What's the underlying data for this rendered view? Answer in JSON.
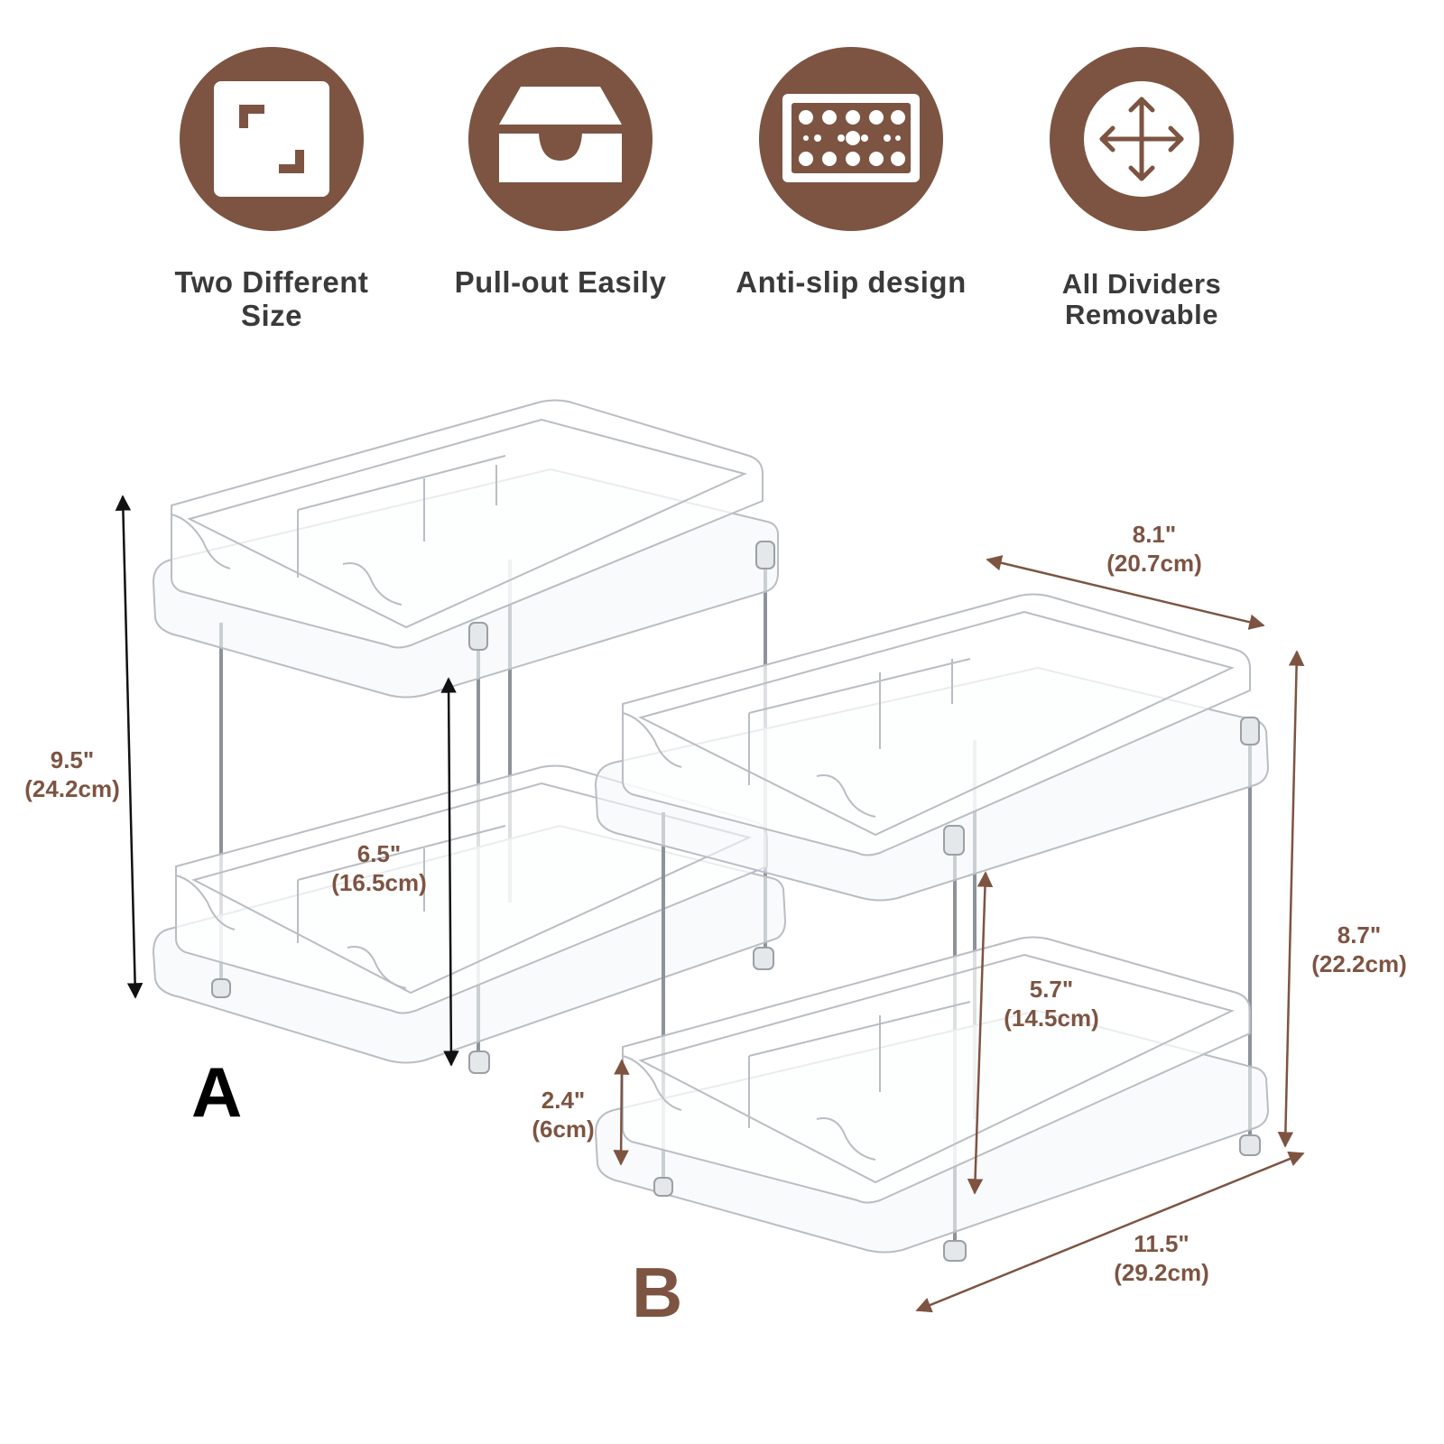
{
  "features": [
    {
      "icon": "resize-frame-icon",
      "label_line1": "Two Different",
      "label_line2": "Size"
    },
    {
      "icon": "pull-out-tray-icon",
      "label_line1": "Pull-out Easily",
      "label_line2": ""
    },
    {
      "icon": "anti-slip-dots-icon",
      "label_line1": "Anti-slip design",
      "label_line2": ""
    },
    {
      "icon": "move-arrows-icon",
      "label_line1": "All Dividers",
      "label_line2": "Removable"
    }
  ],
  "product_a": {
    "letter": "A",
    "height": {
      "inch": "9.5\"",
      "cm": "(24.2cm)"
    },
    "tier_gap": {
      "inch": "6.5\"",
      "cm": "(16.5cm)"
    }
  },
  "product_b": {
    "letter": "B",
    "width": {
      "inch": "8.1\"",
      "cm": "(20.7cm)"
    },
    "height": {
      "inch": "8.7\"",
      "cm": "(22.2cm)"
    },
    "tier_gap": {
      "inch": "5.7\"",
      "cm": "(14.5cm)"
    },
    "drawer_depth": {
      "inch": "2.4\"",
      "cm": "(6cm)"
    },
    "length": {
      "inch": "11.5\"",
      "cm": "(29.2cm)"
    }
  },
  "colors": {
    "accent": "#7d5442",
    "text_dark": "#3a3a3a",
    "letter_a": "#000000",
    "letter_b": "#7d5442"
  }
}
